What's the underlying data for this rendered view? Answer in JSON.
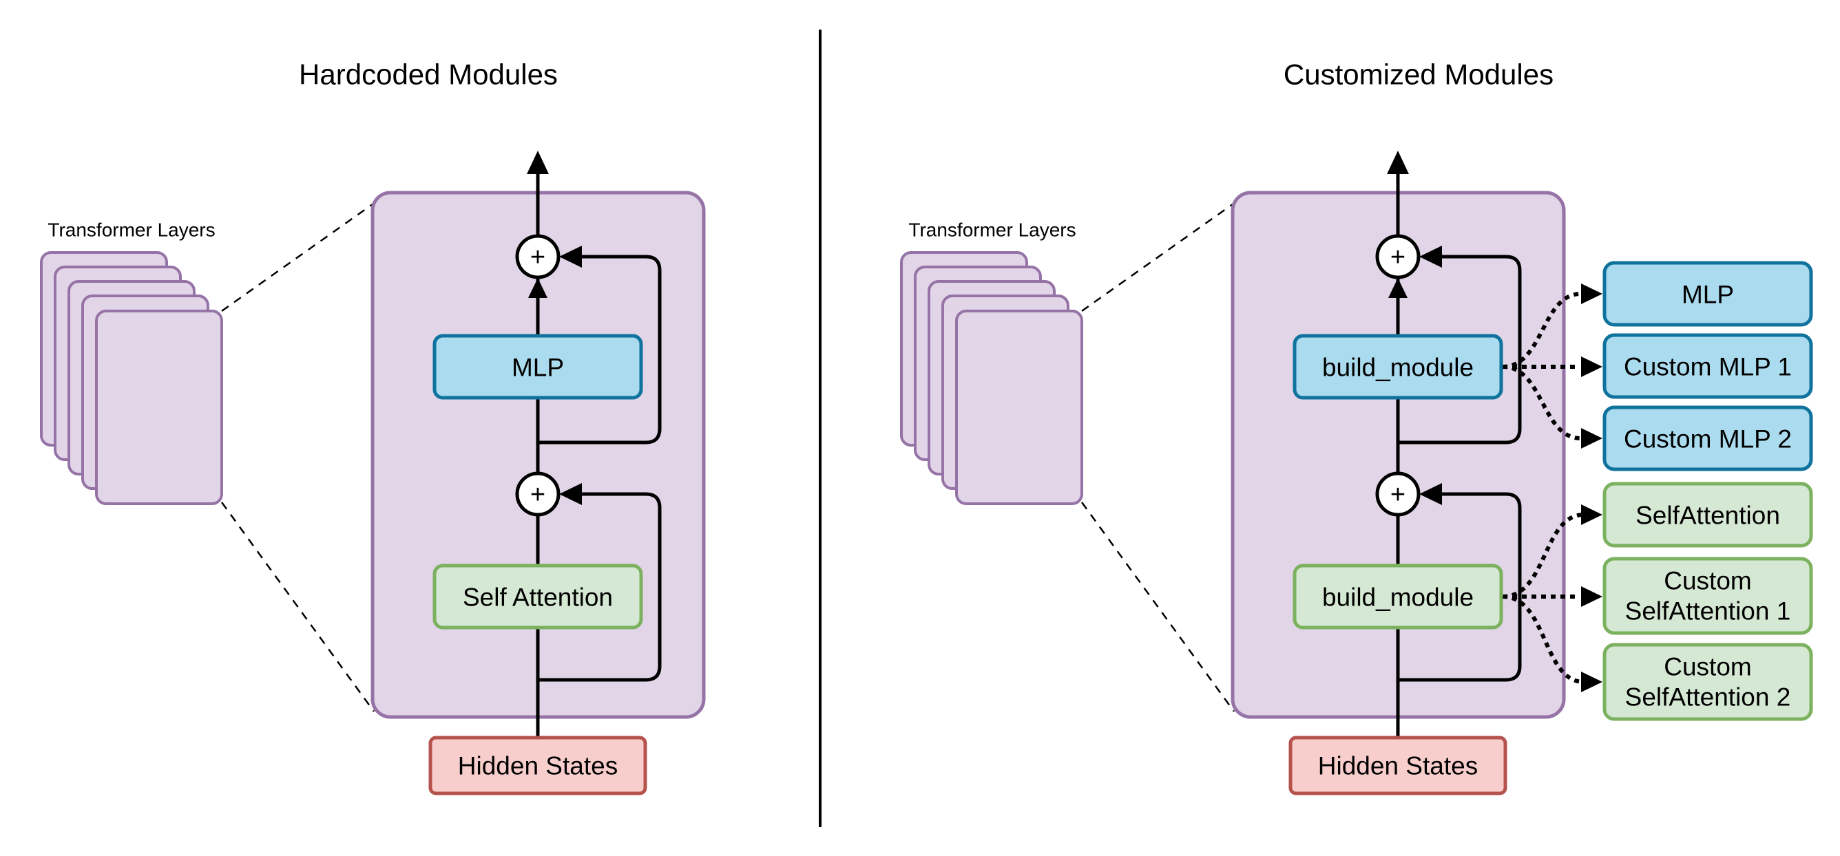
{
  "diagram": {
    "left": {
      "title": "Hardcoded Modules",
      "stack_label": "Transformer Layers",
      "plus": "+",
      "mlp_label": "MLP",
      "attention_label": "Self Attention",
      "hidden_label": "Hidden States"
    },
    "right": {
      "title": "Customized Modules",
      "stack_label": "Transformer Layers",
      "plus": "+",
      "mlp_label": "build_module",
      "attention_label": "build_module",
      "hidden_label": "Hidden States",
      "mlp_options": {
        "option1": "MLP",
        "option2": "Custom MLP 1",
        "option3": "Custom MLP 2"
      },
      "attention_options": {
        "option1": "SelfAttention",
        "option2_line1": "Custom",
        "option2_line2": "SelfAttention 1",
        "option3_line1": "Custom",
        "option3_line2": "SelfAttention 2"
      }
    },
    "colors": {
      "purple_fill": "#E1D5E7",
      "purple_stroke": "#9673A6",
      "blue_fill": "#ABDBEE",
      "blue_stroke": "#10739E",
      "green_fill": "#D5E8D4",
      "green_stroke": "#7CB25F",
      "red_fill": "#F8CECC",
      "red_stroke": "#B5524C",
      "line_color": "#000000"
    }
  }
}
